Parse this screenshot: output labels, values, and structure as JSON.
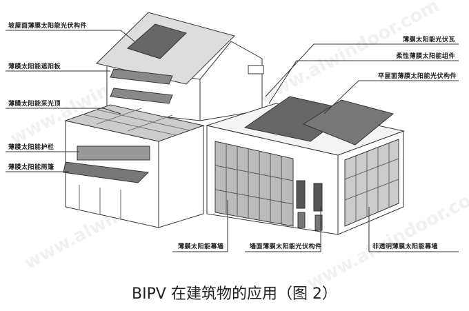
{
  "labels_left": [
    "坡屋面薄膜太阳能光伏构件",
    "薄膜太阳能遮阳板",
    "薄膜太阳能采光顶",
    "薄膜太阳能护栏",
    "薄膜太阳能雨篷"
  ],
  "labels_right": [
    "薄膜太阳能光伏瓦",
    "柔性薄膜太阳能组件",
    "平屋面薄膜太阳能光伏构件"
  ],
  "labels_bottom": [
    "薄膜太阳能幕墙",
    "墙面薄膜太阳能光伏构件",
    "非透明薄膜太阳能幕墙"
  ],
  "caption": "BIPV 在建筑物的应用（图 2）",
  "watermark": "www.alwindoor.com"
}
